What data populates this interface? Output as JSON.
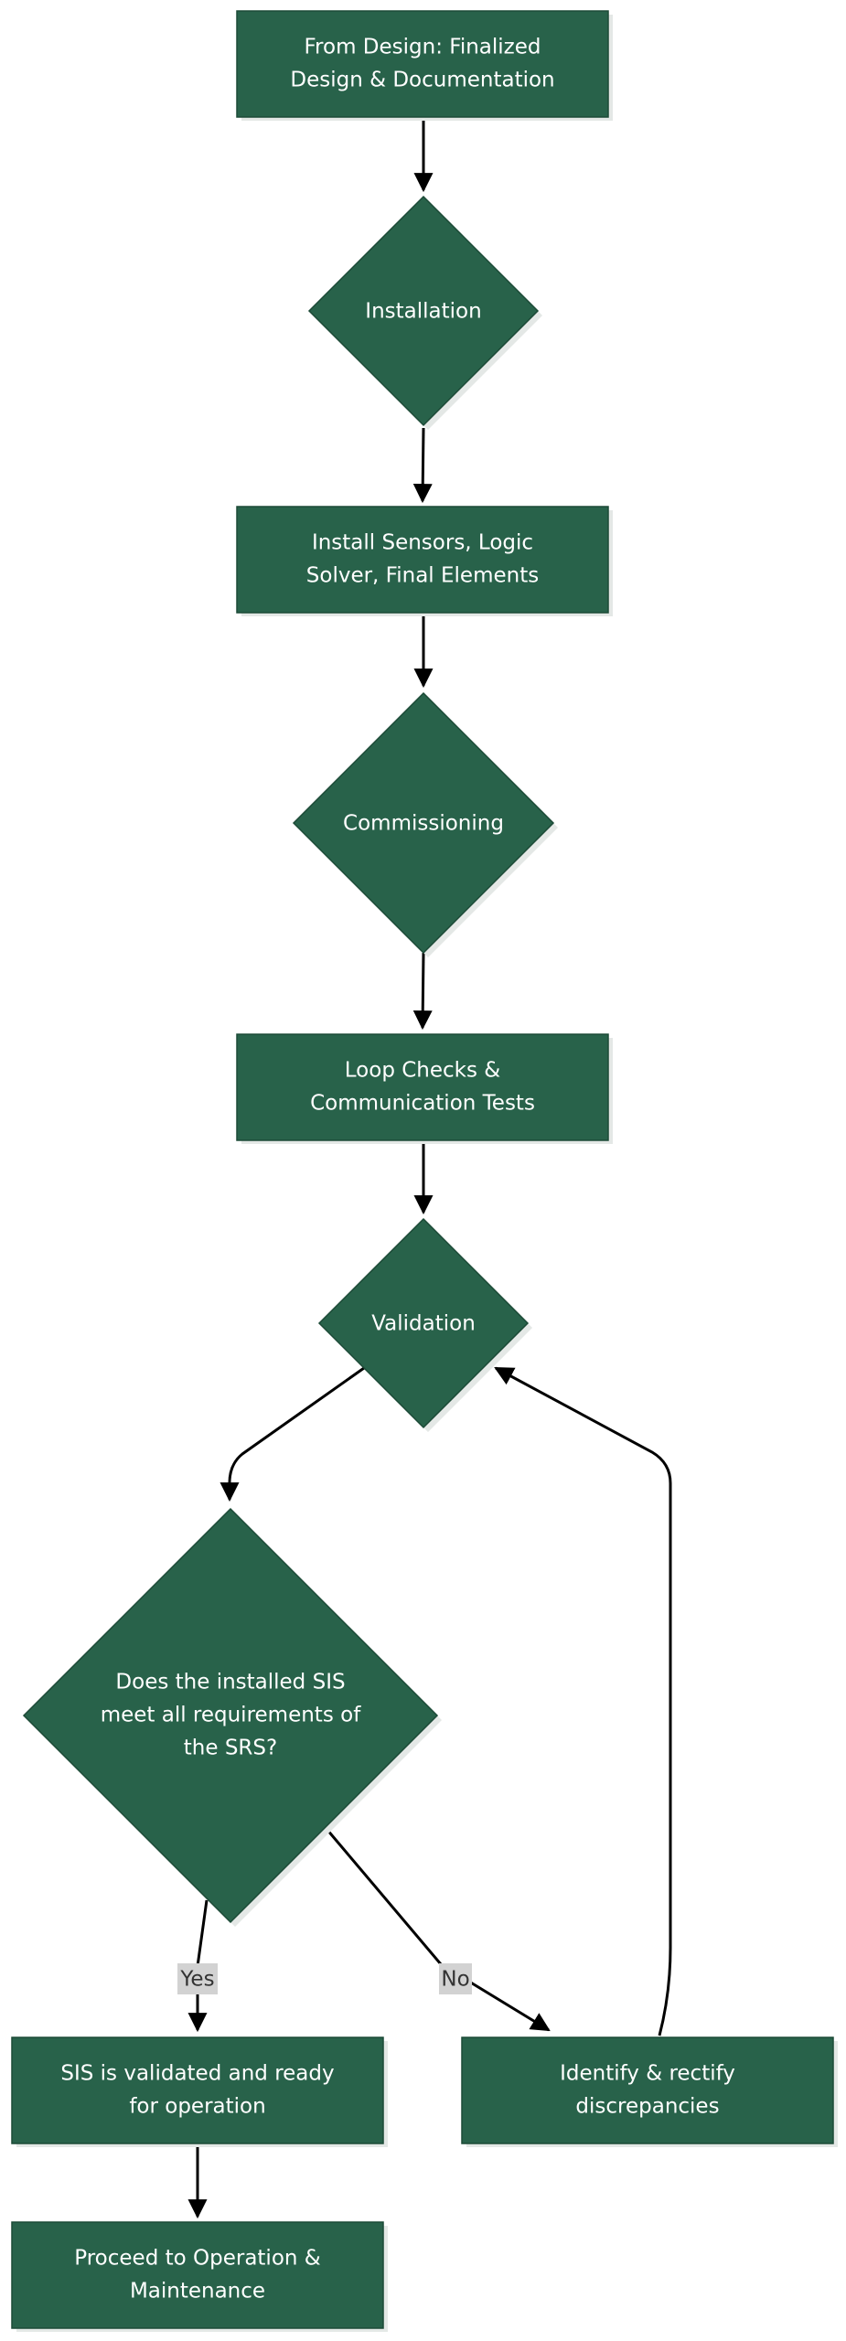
{
  "nodes": {
    "from_design": {
      "lines": [
        "From Design: Finalized",
        "Design & Documentation"
      ]
    },
    "installation": {
      "lines": [
        "Installation"
      ]
    },
    "install_sensors": {
      "lines": [
        "Install Sensors, Logic",
        "Solver, Final Elements"
      ]
    },
    "commissioning": {
      "lines": [
        "Commissioning"
      ]
    },
    "loop_checks": {
      "lines": [
        "Loop Checks &",
        "Communication Tests"
      ]
    },
    "validation": {
      "lines": [
        "Validation"
      ]
    },
    "requirements_decision": {
      "lines": [
        "Does the installed SIS",
        "meet all requirements of",
        "the SRS?"
      ]
    },
    "sis_validated": {
      "lines": [
        "SIS is validated and ready",
        "for operation"
      ]
    },
    "rectify": {
      "lines": [
        "Identify & rectify",
        "discrepancies"
      ]
    },
    "operation": {
      "lines": [
        "Proceed to Operation &",
        "Maintenance"
      ]
    }
  },
  "edge_labels": {
    "yes": "Yes",
    "no": "No"
  },
  "colors": {
    "node_fill": "#28624a",
    "node_text": "#ffffff",
    "edge": "#000000",
    "label_bg": "#d2d2d2"
  }
}
